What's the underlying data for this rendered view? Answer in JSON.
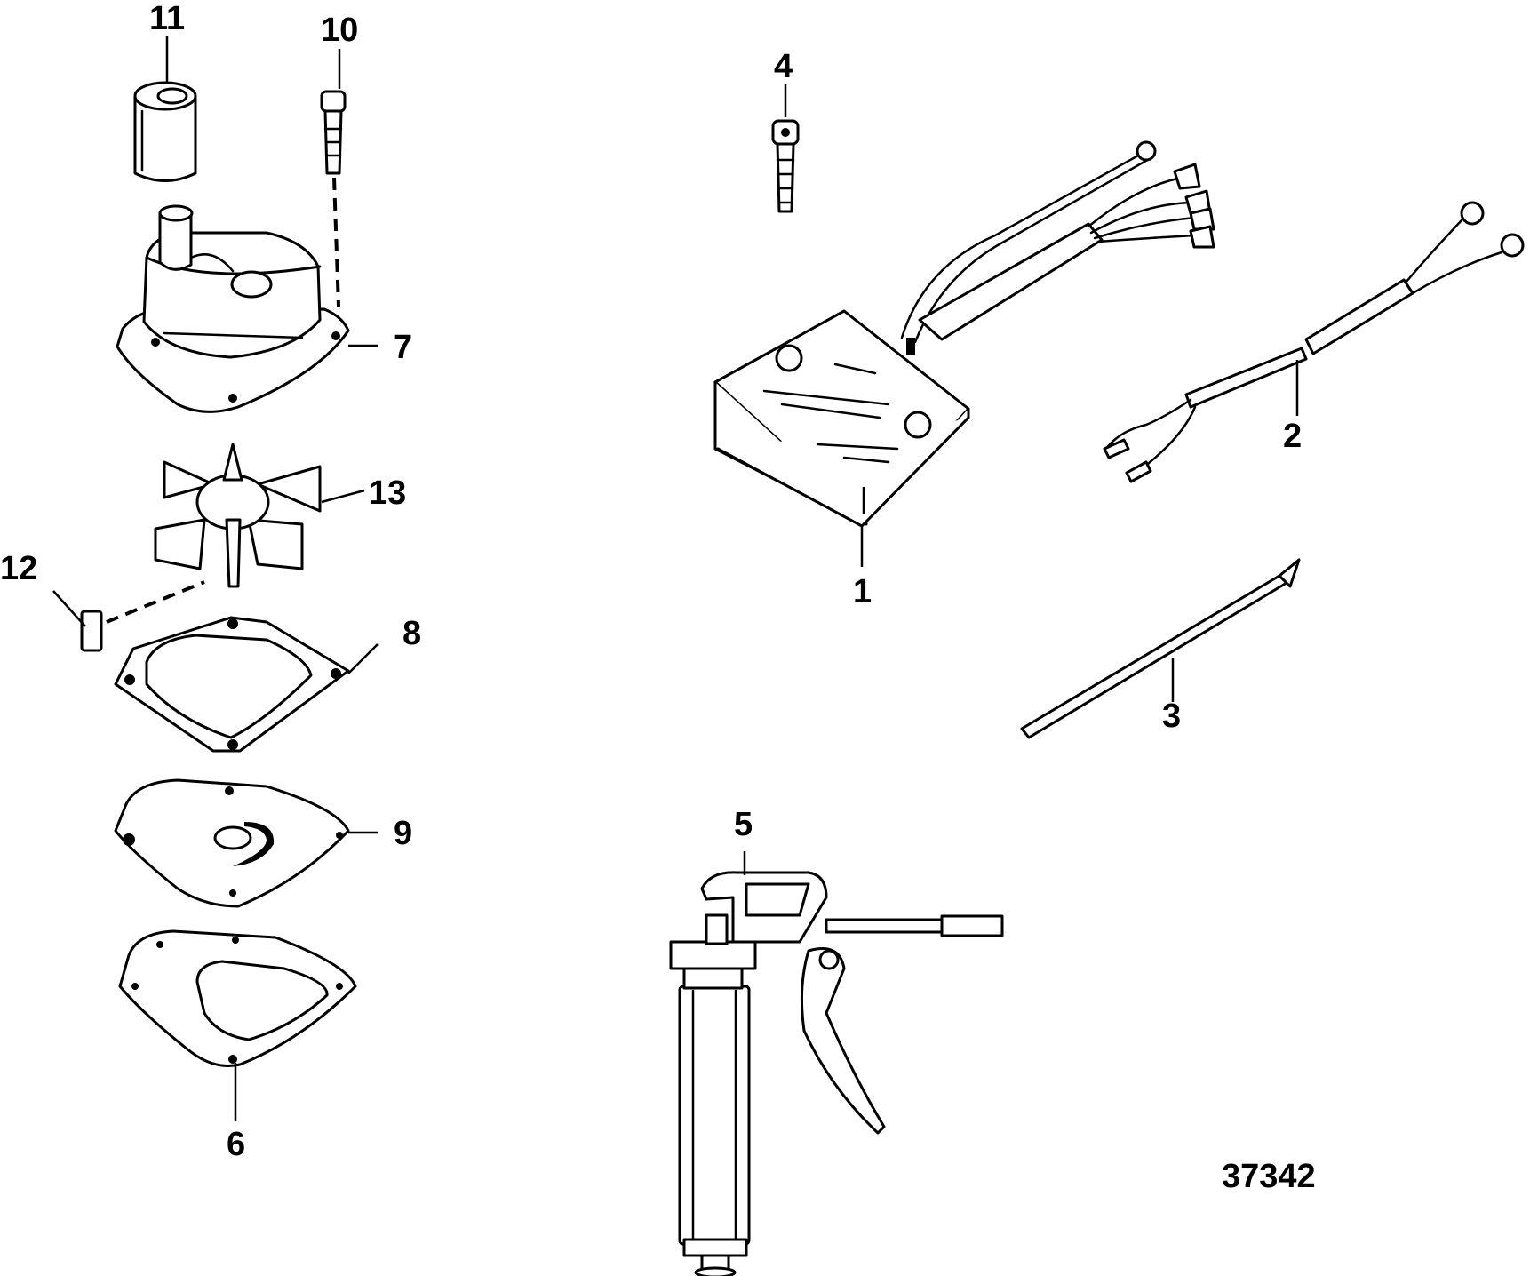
{
  "diagram": {
    "figure_number": "37342",
    "callouts": {
      "c1": "1",
      "c2": "2",
      "c3": "3",
      "c4": "4",
      "c5": "5",
      "c6": "6",
      "c7": "7",
      "c8": "8",
      "c9": "9",
      "c10": "10",
      "c11": "11",
      "c12": "12",
      "c13": "13"
    }
  }
}
